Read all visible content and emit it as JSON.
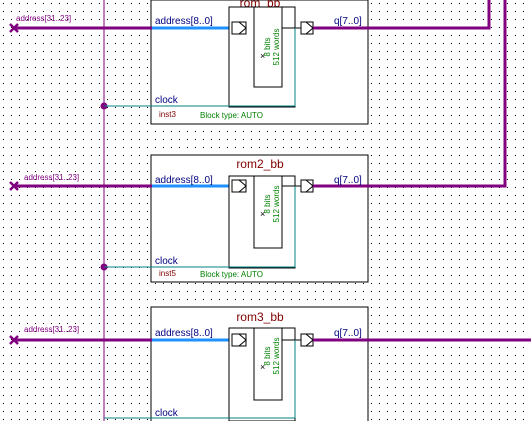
{
  "colors": {
    "bus": "#800080",
    "address_bus": "#1e90ff",
    "clock_wire": "#008080",
    "block_title": "#800000",
    "pin_label": "#000080",
    "net_label": "#800080",
    "block_type": "#008000",
    "bits_text": "#008000",
    "grid_dot": "#000000"
  },
  "net_label": "address[31..23]",
  "blocks": [
    {
      "title": "rom_bb",
      "address_pin": "address[8..0]",
      "output_pin": "q[7..0]",
      "clock_pin": "clock",
      "instance": "inst3",
      "block_type": "Block type: AUTO",
      "bits": "8 bits",
      "words": "512 words"
    },
    {
      "title": "rom2_bb",
      "address_pin": "address[8..0]",
      "output_pin": "q[7..0]",
      "clock_pin": "clock",
      "instance": "inst5",
      "block_type": "Block type: AUTO",
      "bits": "8 bits",
      "words": "512 words"
    },
    {
      "title": "rom3_bb",
      "address_pin": "address[8..0]",
      "output_pin": "q[7..0]",
      "clock_pin": "clock",
      "instance": "",
      "block_type": "",
      "bits": "8 bits",
      "words": "512 words"
    }
  ]
}
